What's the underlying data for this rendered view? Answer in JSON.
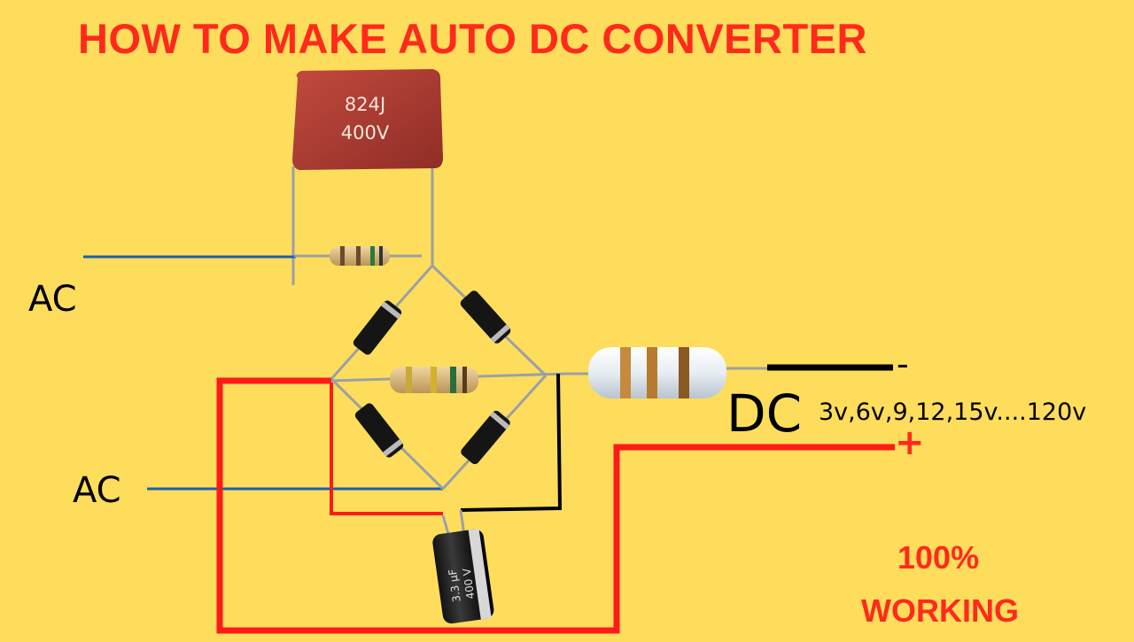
{
  "title": "HOW TO MAKE  AUTO DC CONVERTER",
  "labels": {
    "ac_top": "AC",
    "ac_bottom": "AC",
    "dc": "DC",
    "voltage_range": "3v,6v,9,12,15v....120v",
    "minus": "-",
    "plus": "+"
  },
  "badge": {
    "line1": "100%",
    "line2": "WORKING"
  },
  "components": {
    "film_capacitor": {
      "line1": "824J",
      "line2": "400V"
    },
    "electrolytic_capacitor": {
      "line1": "3.3 µF",
      "line2": "400 V"
    }
  },
  "colors": {
    "background": "#fedd5c",
    "title": "#ff2a1c",
    "red_wire": "#ff1a1a",
    "blue_wire": "#1a5fb4",
    "black_wire": "#000000",
    "film_cap": "#a8382f"
  }
}
